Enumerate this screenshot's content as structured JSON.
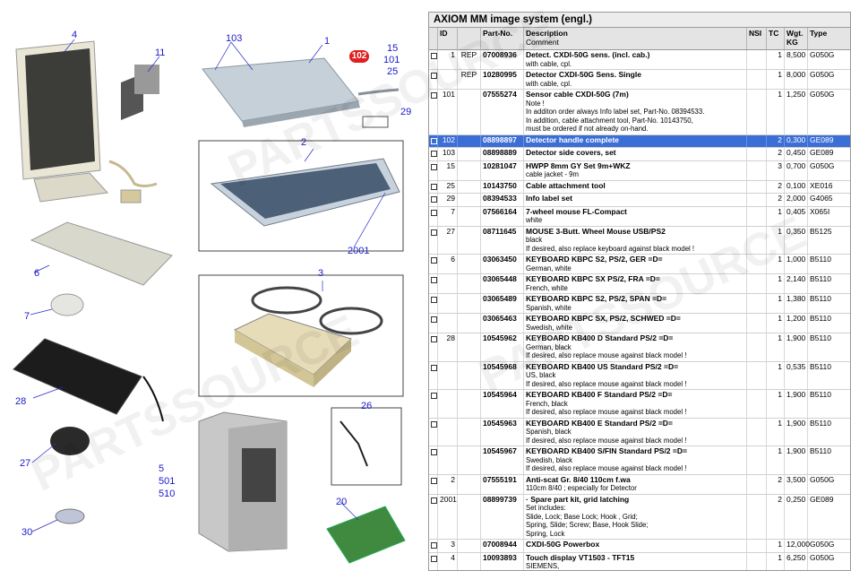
{
  "illustration": {
    "callouts": [
      "4",
      "11",
      "103",
      "1",
      "15",
      "101",
      "25",
      "29",
      "2",
      "6",
      "7",
      "3",
      "2001",
      "28",
      "27",
      "26",
      "5",
      "501",
      "510",
      "20",
      "30"
    ],
    "badge": "102"
  },
  "panel": {
    "title": "AXIOM MM image system (engl.)",
    "headers": {
      "id": "ID",
      "part": "Part-No.",
      "desc": "Description",
      "comment": "Comment",
      "nsi": "NSI",
      "tc": "TC",
      "wgt": "Wgt. KG",
      "type": "Type"
    }
  },
  "rows": [
    {
      "id": "1",
      "rep": "REP",
      "part": "07008936",
      "desc": "Detect. CXDI-50G sens. (incl. cab.)",
      "comment": "with cable, cpl.",
      "nsi": "",
      "tc": "1",
      "wgt": "8,500",
      "type": "G050G"
    },
    {
      "id": "",
      "rep": "REP",
      "part": "10280995",
      "desc": "Detector CXDI-50G Sens. Single",
      "comment": "with cable, cpl.",
      "nsi": "",
      "tc": "1",
      "wgt": "8,000",
      "type": "G050G"
    },
    {
      "id": "101",
      "rep": "",
      "part": "07555274",
      "desc": "Sensor cable CXDI-50G (7m)",
      "comment": "Note !\nIn additon order always Info label set, Part-No. 08394533.\nIn addition, cable attachment tool, Part-No. 10143750,\nmust be ordered if not already on-hand.",
      "nsi": "",
      "tc": "1",
      "wgt": "1,250",
      "type": "G050G"
    },
    {
      "id": "102",
      "rep": "",
      "part": "08898897",
      "desc": "Detector handle complete",
      "comment": "",
      "nsi": "",
      "tc": "2",
      "wgt": "0,300",
      "type": "GE089",
      "sel": true
    },
    {
      "id": "103",
      "rep": "",
      "part": "08898889",
      "desc": "Detector side covers, set",
      "comment": "",
      "nsi": "",
      "tc": "2",
      "wgt": "0,450",
      "type": "GE089"
    },
    {
      "id": "15",
      "rep": "",
      "part": "10281047",
      "desc": "HWPP 8mm GY Set 9m+WKZ",
      "comment": "cable jacket - 9m",
      "nsi": "",
      "tc": "3",
      "wgt": "0,700",
      "type": "G050G"
    },
    {
      "id": "25",
      "rep": "",
      "part": "10143750",
      "desc": "Cable attachment tool",
      "comment": "",
      "nsi": "",
      "tc": "2",
      "wgt": "0,100",
      "type": "XE016"
    },
    {
      "id": "29",
      "rep": "",
      "part": "08394533",
      "desc": "Info label set",
      "comment": "",
      "nsi": "",
      "tc": "2",
      "wgt": "2,000",
      "type": "G4065"
    },
    {
      "id": "7",
      "rep": "",
      "part": "07566164",
      "desc": "7-wheel mouse FL-Compact",
      "comment": "white",
      "nsi": "",
      "tc": "1",
      "wgt": "0,405",
      "type": "X065I"
    },
    {
      "id": "27",
      "rep": "",
      "part": "08711645",
      "desc": "MOUSE 3-Butt. Wheel Mouse USB/PS2",
      "comment": "black\nIf desired, also replace keyboard against black model !",
      "nsi": "",
      "tc": "1",
      "wgt": "0,350",
      "type": "B5125"
    },
    {
      "id": "6",
      "rep": "",
      "part": "03063450",
      "desc": "KEYBOARD KBPC S2, PS/2, GER =D=",
      "comment": "German, white",
      "nsi": "",
      "tc": "1",
      "wgt": "1,000",
      "type": "B5110"
    },
    {
      "id": "",
      "rep": "",
      "part": "03065448",
      "desc": "KEYBOARD KBPC SX PS/2, FRA =D=",
      "comment": "French, white",
      "nsi": "",
      "tc": "1",
      "wgt": "2,140",
      "type": "B5110"
    },
    {
      "id": "",
      "rep": "",
      "part": "03065489",
      "desc": "KEYBOARD KBPC S2, PS/2, SPAN =D=",
      "comment": "Spanish, white",
      "nsi": "",
      "tc": "1",
      "wgt": "1,380",
      "type": "B5110"
    },
    {
      "id": "",
      "rep": "",
      "part": "03065463",
      "desc": "KEYBOARD KBPC SX, PS/2, SCHWED =D=",
      "comment": "Swedish, white",
      "nsi": "",
      "tc": "1",
      "wgt": "1,200",
      "type": "B5110"
    },
    {
      "id": "28",
      "rep": "",
      "part": "10545962",
      "desc": "KEYBOARD KB400 D Standard PS/2 =D=",
      "comment": "German, black\nIf desired, also replace mouse against black model !",
      "nsi": "",
      "tc": "1",
      "wgt": "1,900",
      "type": "B5110"
    },
    {
      "id": "",
      "rep": "",
      "part": "10545968",
      "desc": "KEYBOARD KB400 US Standard PS/2 =D=",
      "comment": "US, black\nIf desired, also replace mouse against black model !",
      "nsi": "",
      "tc": "1",
      "wgt": "0,535",
      "type": "B5110"
    },
    {
      "id": "",
      "rep": "",
      "part": "10545964",
      "desc": "KEYBOARD KB400 F Standard PS/2 =D=",
      "comment": "French, black\nIf desired, also replace mouse against black model !",
      "nsi": "",
      "tc": "1",
      "wgt": "1,900",
      "type": "B5110"
    },
    {
      "id": "",
      "rep": "",
      "part": "10545963",
      "desc": "KEYBOARD KB400 E Standard PS/2 =D=",
      "comment": "Spanish, black\nIf desired, also replace mouse against black model !",
      "nsi": "",
      "tc": "1",
      "wgt": "1,900",
      "type": "B5110"
    },
    {
      "id": "",
      "rep": "",
      "part": "10545967",
      "desc": "KEYBOARD KB400 S/FIN Standard PS/2 =D=",
      "comment": "Swedish, black\nIf desired, also replace mouse against black model !",
      "nsi": "",
      "tc": "1",
      "wgt": "1,900",
      "type": "B5110"
    },
    {
      "id": "2",
      "rep": "",
      "part": "07555191",
      "desc": "Anti-scat Gr. 8/40 110cm f.wa",
      "comment": "110cm 8/40 ; especially for Detector",
      "nsi": "",
      "tc": "2",
      "wgt": "3,500",
      "type": "G050G"
    },
    {
      "id": "2001",
      "rep": "",
      "part": "08899739",
      "desc": "· Spare part kit, grid latching",
      "comment": "Set includes:\nSlide, Lock; Base Lock; Hook , Grid;\nSpring, Slide; Screw; Base, Hook Slide;\nSpring, Lock",
      "nsi": "",
      "tc": "2",
      "wgt": "0,250",
      "type": "GE089"
    },
    {
      "id": "3",
      "rep": "",
      "part": "07008944",
      "desc": "CXDI-50G Powerbox",
      "comment": "",
      "nsi": "",
      "tc": "1",
      "wgt": "12,000",
      "type": "G050G"
    },
    {
      "id": "4",
      "rep": "",
      "part": "10093893",
      "desc": "Touch display VT1503 - TFT15",
      "comment": "SIEMENS,",
      "nsi": "",
      "tc": "1",
      "wgt": "6,250",
      "type": "G050G"
    }
  ],
  "watermark": "PARTSSOURCE"
}
